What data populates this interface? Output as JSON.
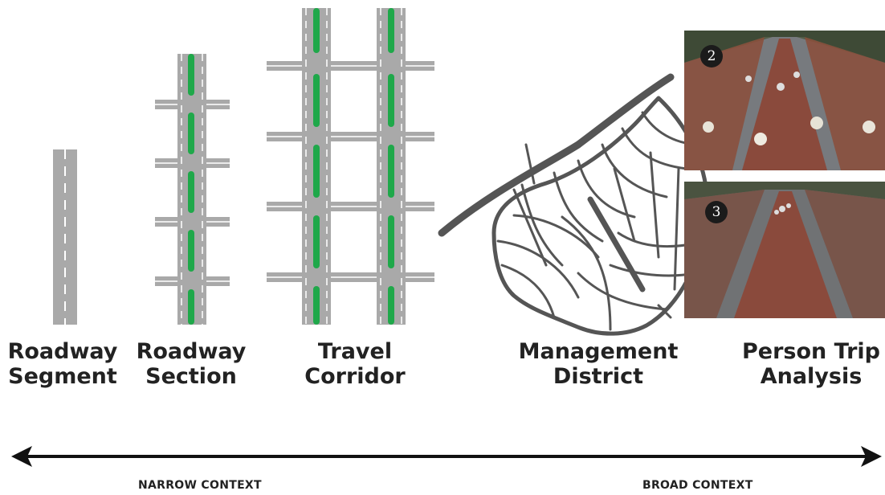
{
  "levels": [
    {
      "line1": "Roadway",
      "line2": "Segment"
    },
    {
      "line1": "Roadway",
      "line2": "Section"
    },
    {
      "line1": "Travel",
      "line2": "Corridor"
    },
    {
      "line1": "Management",
      "line2": "District"
    },
    {
      "line1": "Person Trip",
      "line2": "Analysis"
    }
  ],
  "photos": [
    {
      "badge": "2"
    },
    {
      "badge": "3"
    }
  ],
  "context": {
    "narrow": "NARROW CONTEXT",
    "broad": "BROAD CONTEXT"
  },
  "colors": {
    "road": "#a9a9a9",
    "median": "#1fa84a",
    "district_streets": "#555555",
    "arrow": "#111111",
    "brick": "#8a4a3c"
  }
}
